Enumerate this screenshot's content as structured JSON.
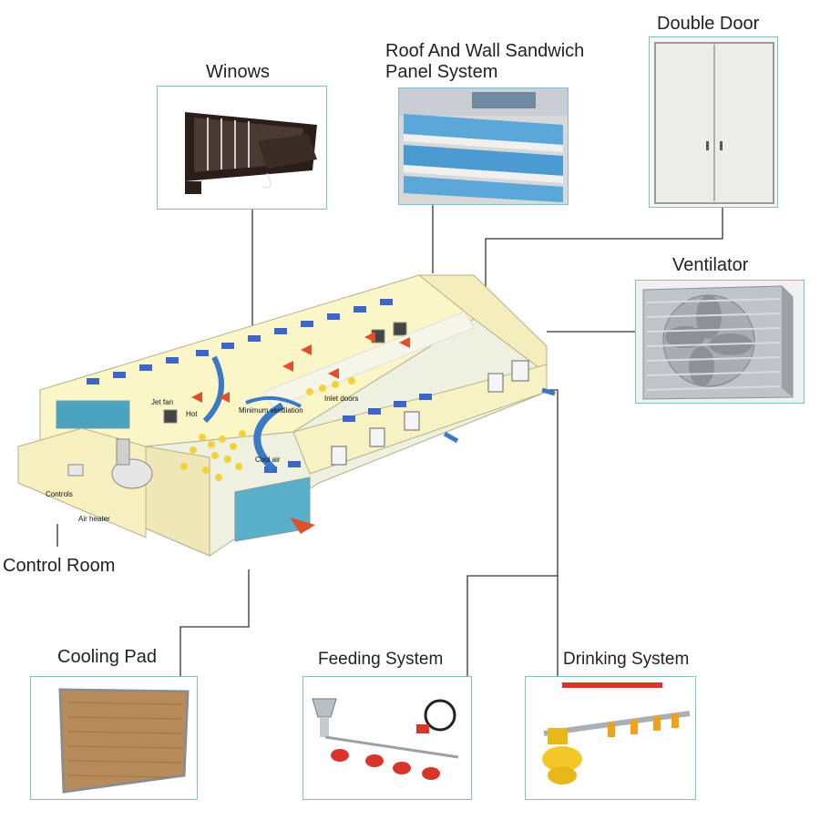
{
  "components": {
    "windows": "Winows",
    "roof_panel_line1": "Roof And Wall Sandwich",
    "roof_panel_line2": "Panel System",
    "double_door": "Double Door",
    "ventilator": "Ventilator",
    "control_room": "Control Room",
    "cooling_pad": "Cooling Pad",
    "feeding_system": "Feeding System",
    "drinking_system": "Drinking System"
  },
  "house_labels": {
    "jet_fan": "Jet fan",
    "hot": "Hot",
    "minimum_ventilation": "Minimum ventilation",
    "inlet_doors": "Inlet doors",
    "cool_air": "Cool air",
    "controls": "Controls",
    "air_heater": "Air heater"
  },
  "colors": {
    "frame_border": "#7fbfd0",
    "leader_line": "#333333",
    "house_wall": "#fbf6c8",
    "airflow_blue": "#3a78c8",
    "hot_arrow": "#e0502a",
    "chick": "#f2d23a"
  }
}
